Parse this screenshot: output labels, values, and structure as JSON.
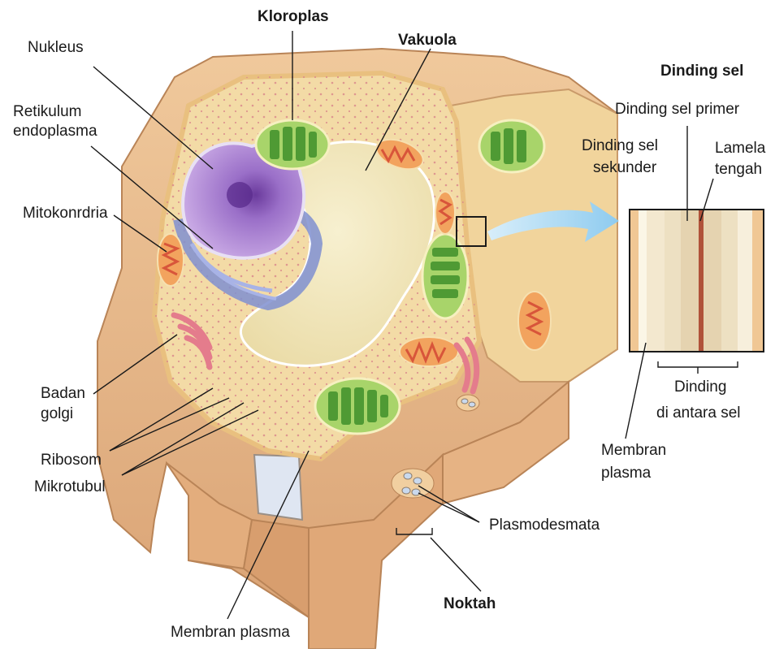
{
  "labels": {
    "nukleus": "Nukleus",
    "retikulum_1": "Retikulum",
    "retikulum_2": "endoplasma",
    "mitokondria": "Mitokonrdria",
    "badan_golgi_1": "Badan",
    "badan_golgi_2": "golgi",
    "ribosom": "Ribosom",
    "mikrotubul": "Mikrotubul",
    "kloroplas": "Kloroplas",
    "vakuola": "Vakuola",
    "membran_plasma_bottom": "Membran plasma",
    "noktah": "Noktah",
    "plasmodesmata": "Plasmodesmata"
  },
  "inset": {
    "title": "Dinding sel",
    "primer": "Dinding sel primer",
    "sekunder_1": "Dinding sel",
    "sekunder_2": "sekunder",
    "lamela_1": "Lamela",
    "lamela_2": "tengah",
    "antara_1": "Dinding",
    "antara_2": "di antara sel",
    "membran_1": "Membran",
    "membran_2": "plasma"
  },
  "colors": {
    "cell_wall": "#e9b98a",
    "cytoplasm": "#f3dba6",
    "vacuole": "#f4ecc2",
    "nucleus": "#9a6fc8",
    "er": "#7f8fd0",
    "chloroplast": "#8cc34a",
    "mitochondria": "#e8745a",
    "golgi": "#e47c8c",
    "arrow": "#a9d8f2",
    "lamella": "#b0523a"
  }
}
